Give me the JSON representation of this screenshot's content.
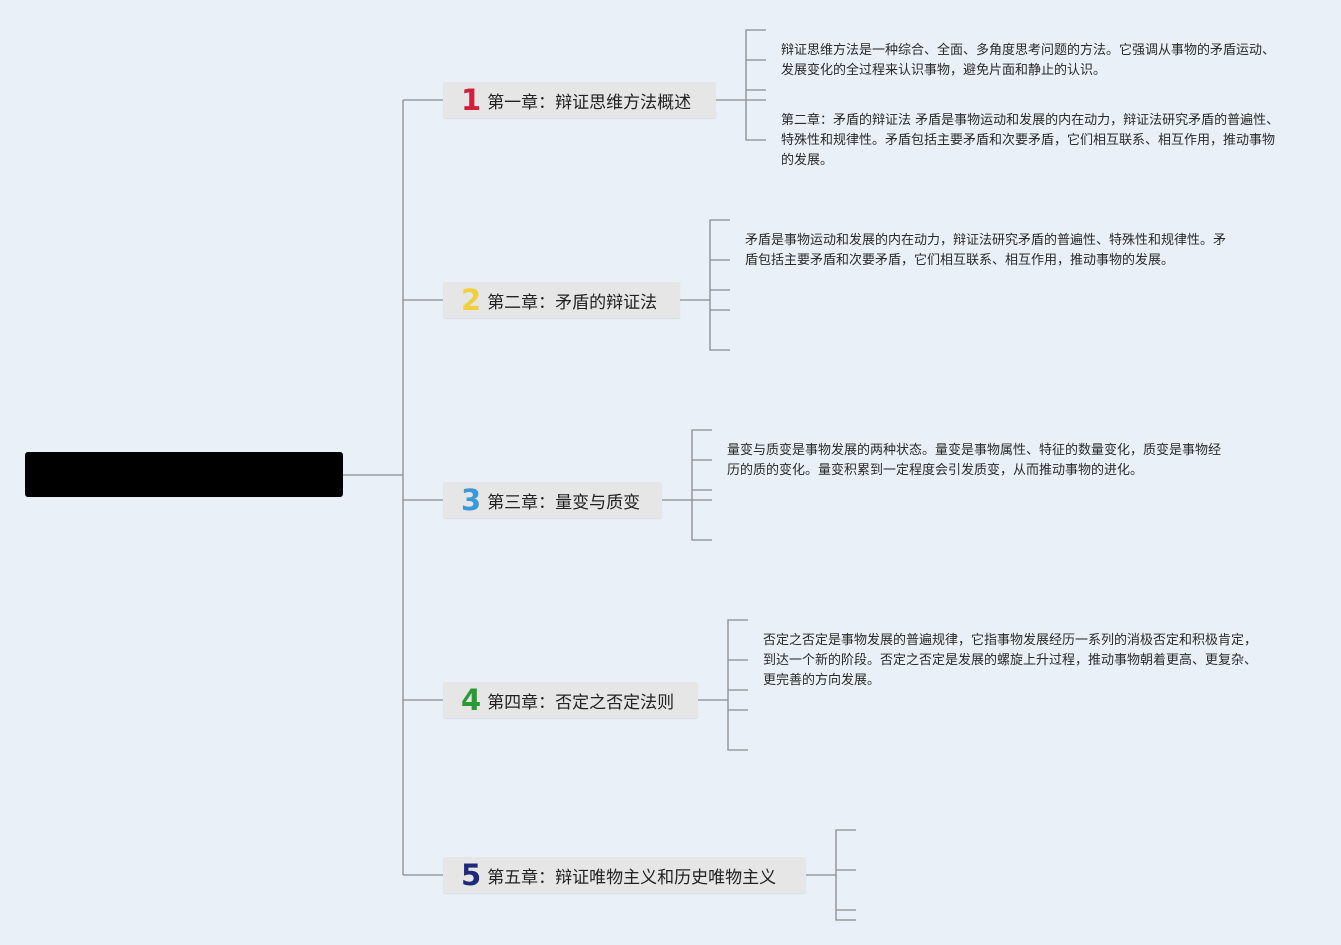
{
  "root": {
    "label": ""
  },
  "chapters": [
    {
      "number": "1",
      "title": "第一章：辩证思维方法概述",
      "number_color": "#d21f3c"
    },
    {
      "number": "2",
      "title": "第二章：矛盾的辩证法",
      "number_color": "#f2cf3d"
    },
    {
      "number": "3",
      "title": "第三章：量变与质变",
      "number_color": "#3a9ad9"
    },
    {
      "number": "4",
      "title": "第四章：否定之否定法则",
      "number_color": "#2a9a36"
    },
    {
      "number": "5",
      "title": "第五章：辩证唯物主义和历史唯物主义",
      "number_color": "#1d2a7a"
    }
  ],
  "notes": [
    "辩证思维方法是一种综合、全面、多角度思考问题的方法。它强调从事物的矛盾运动、发展变化的全过程来认识事物，避免片面和静止的认识。",
    "第二章：矛盾的辩证法 矛盾是事物运动和发展的内在动力，辩证法研究矛盾的普遍性、特殊性和规律性。矛盾包括主要矛盾和次要矛盾，它们相互联系、相互作用，推动事物的发展。",
    "矛盾是事物运动和发展的内在动力，辩证法研究矛盾的普遍性、特殊性和规律性。矛盾包括主要矛盾和次要矛盾，它们相互联系、相互作用，推动事物的发展。",
    "量变与质变是事物发展的两种状态。量变是事物属性、特征的数量变化，质变是事物经历的质的变化。量变积累到一定程度会引发质变，从而推动事物的进化。",
    "否定之否定是事物发展的普遍规律，它指事物发展经历一系列的消极否定和积极肯定，到达一个新的阶段。否定之否定是发展的螺旋上升过程，推动事物朝着更高、更复杂、更完善的方向发展。"
  ],
  "colors": {
    "background": "#e9f0f7",
    "line": "#8c8c8c",
    "chapter_box": "#e6e6e6",
    "root_box": "#000000"
  }
}
